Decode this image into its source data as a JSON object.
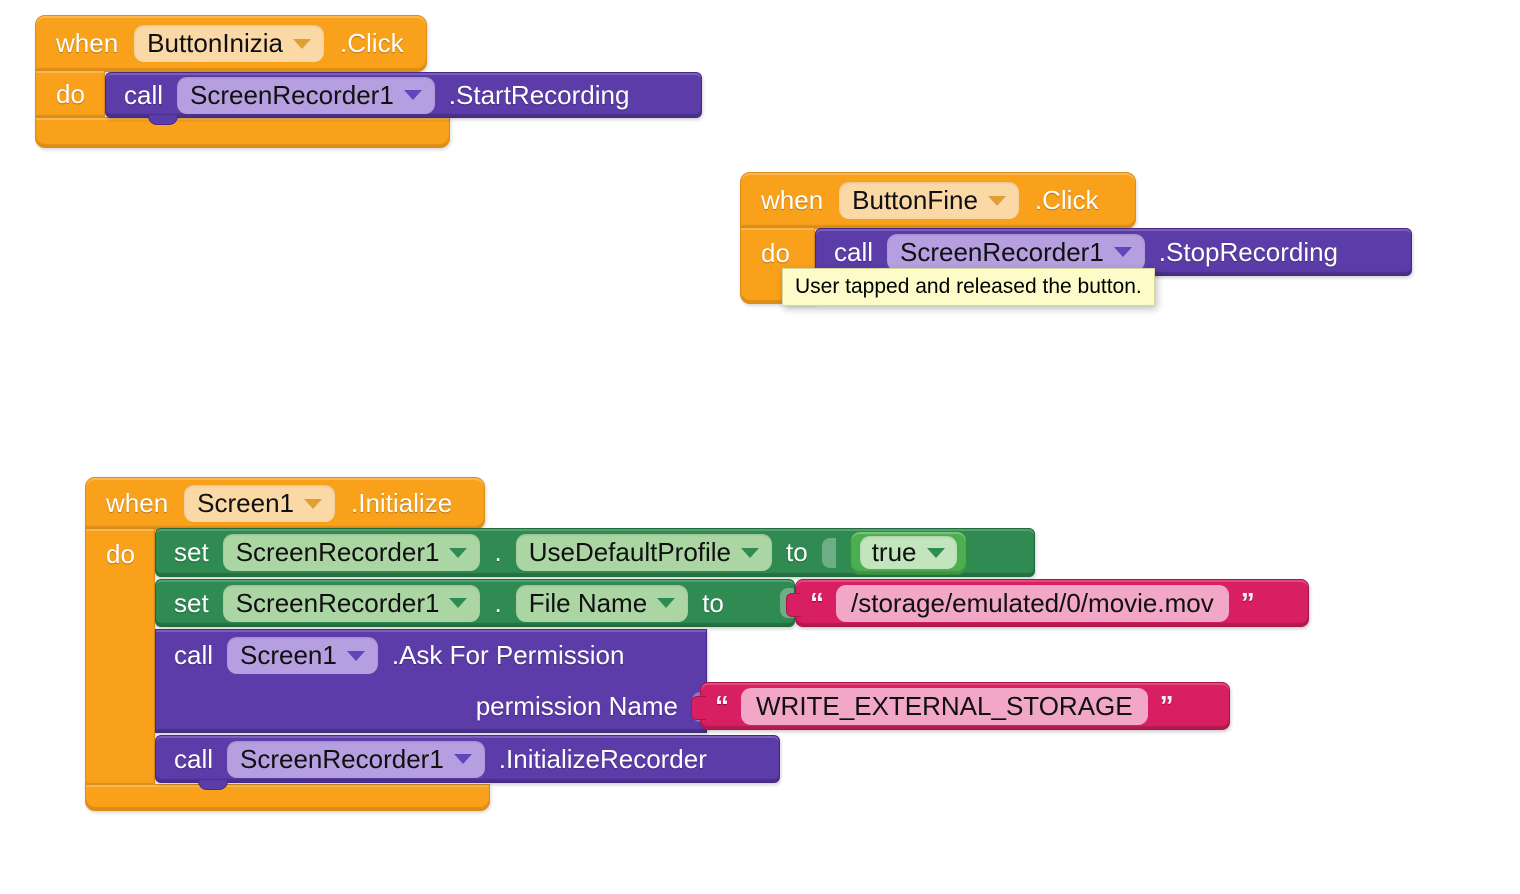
{
  "colors": {
    "event_block_orange": "#F9A11B",
    "method_block_purple": "#5C3CA8",
    "setter_block_green": "#2F8B52",
    "logic_block_green": "#4BAE50",
    "text_block_magenta": "#D81F61",
    "field_orange": "#FBD9A6",
    "field_purple": "#B69FE0",
    "field_green": "#ABD6A4",
    "text_field_pink": "#F2A7C6",
    "tooltip_yellow": "#FDFCC9"
  },
  "b1": {
    "header": {
      "when": "when",
      "component": "ButtonInizia",
      "event": ".Click"
    },
    "do_label": "do",
    "call": {
      "call": "call",
      "component": "ScreenRecorder1",
      "method": ".StartRecording"
    }
  },
  "b2": {
    "header": {
      "when": "when",
      "component": "ButtonFine",
      "event": ".Click"
    },
    "do_label": "do",
    "call": {
      "call": "call",
      "component": "ScreenRecorder1",
      "method": ".StopRecording"
    },
    "tooltip": "User tapped and released the button."
  },
  "b3": {
    "header": {
      "when": "when",
      "component": "Screen1",
      "event": ".Initialize"
    },
    "do_label": "do",
    "set_profile": {
      "set": "set",
      "component": "ScreenRecorder1",
      "dot": ".",
      "property": "UseDefaultProfile",
      "to": "to",
      "value": "true"
    },
    "set_filename": {
      "set": "set",
      "component": "ScreenRecorder1",
      "dot": ".",
      "property": "File Name",
      "to": "to",
      "quote_open": "“",
      "value": "/storage/emulated/0/movie.mov",
      "quote_close": "”"
    },
    "ask_permission": {
      "call": "call",
      "component": "Screen1",
      "method": ".Ask For Permission",
      "param": "permission Name",
      "quote_open": "“",
      "value": "WRITE_EXTERNAL_STORAGE",
      "quote_close": "”"
    },
    "init_recorder": {
      "call": "call",
      "component": "ScreenRecorder1",
      "method": ".InitializeRecorder"
    }
  }
}
